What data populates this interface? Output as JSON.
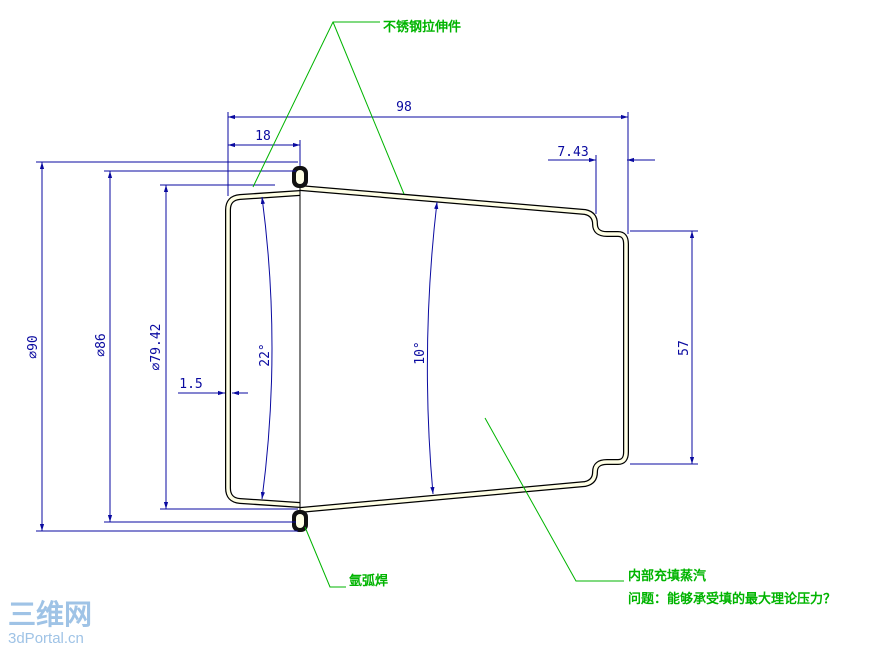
{
  "dimensions": {
    "overall_length": "98",
    "flange_offset": "18",
    "neck_length": "7.43",
    "outer_diameter": "⌀90",
    "flange_diameter": "⌀86",
    "inner_diameter": "⌀79.42",
    "wall_thickness": "1.5",
    "end_angle": "22°",
    "taper_angle": "10°",
    "neck_diameter": "57"
  },
  "annotations": {
    "part_name": "不锈钢拉伸件",
    "weld": "氩弧焊",
    "content": "内部充填蒸汽",
    "question": "问题：能够承受填的最大理论压力？"
  },
  "watermark": {
    "logo": "三维网",
    "site": "3dPortal.cn"
  },
  "colors": {
    "outline": "#000000",
    "fill": "#ffffe6",
    "dimension": "#0a0aa0",
    "leader": "#00b400",
    "watermark": "#9fc3e6"
  }
}
